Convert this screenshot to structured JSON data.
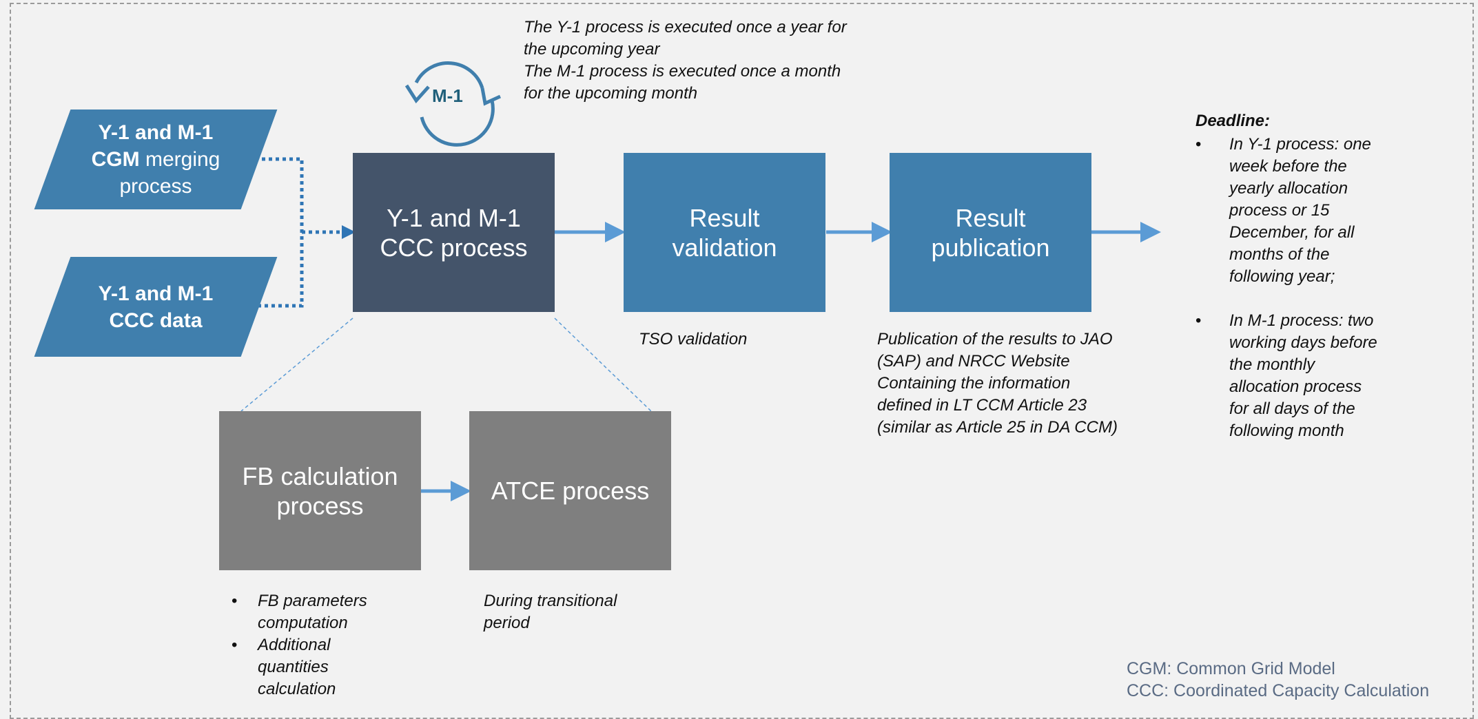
{
  "top_note": {
    "line1": "The Y-1 process is executed once a year for",
    "line2": "the upcoming year",
    "line3": "The M-1 process is executed once a month",
    "line4": "for the upcoming month"
  },
  "cycle_icon_label": "M-1",
  "inputs": {
    "cgm": {
      "line1": "Y-1 and M-1",
      "line2_bold": "CGM",
      "line2_rest": " merging",
      "line3": "process"
    },
    "ccc": {
      "line1": "Y-1 and M-1",
      "line2": "CCC data"
    }
  },
  "boxes": {
    "ccc_process": {
      "line1": "Y-1 and M-1",
      "line2": "CCC process"
    },
    "validation": {
      "line1": "Result",
      "line2": "validation"
    },
    "publication": {
      "line1": "Result",
      "line2": "publication"
    },
    "fb": {
      "line1": "FB calculation",
      "line2": "process"
    },
    "atce": {
      "line1": "ATCE process"
    }
  },
  "validation_note": "TSO validation",
  "publication_note": [
    "Publication of the results to JAO",
    "(SAP) and NRCC Website",
    "Containing the information",
    "defined in LT CCM Article 23",
    "(similar as Article 25 in DA CCM)"
  ],
  "fb_notes": [
    [
      "FB parameters",
      "computation"
    ],
    [
      "Additional",
      "quantities",
      "calculation"
    ]
  ],
  "atce_note": [
    "During transitional",
    "period"
  ],
  "deadline": {
    "title": "Deadline:",
    "items": [
      [
        "In Y-1 process: one",
        "week before the",
        "yearly allocation",
        "process or 15",
        "December, for all",
        "months of the",
        "following year;"
      ],
      [
        "In M-1 process: two",
        "working days before",
        "the monthly",
        "allocation process",
        "for all days of the",
        "following month"
      ]
    ]
  },
  "legend": {
    "cgm": "CGM: Common Grid Model",
    "ccc": "CCC: Coordinated Capacity Calculation"
  },
  "bullet_char": "•",
  "colors": {
    "background": "#f2f2f2",
    "dark_box": "#44546a",
    "blue_box": "#407fad",
    "grey_box": "#7f7f7f",
    "arrow": "#5b9bd5"
  }
}
